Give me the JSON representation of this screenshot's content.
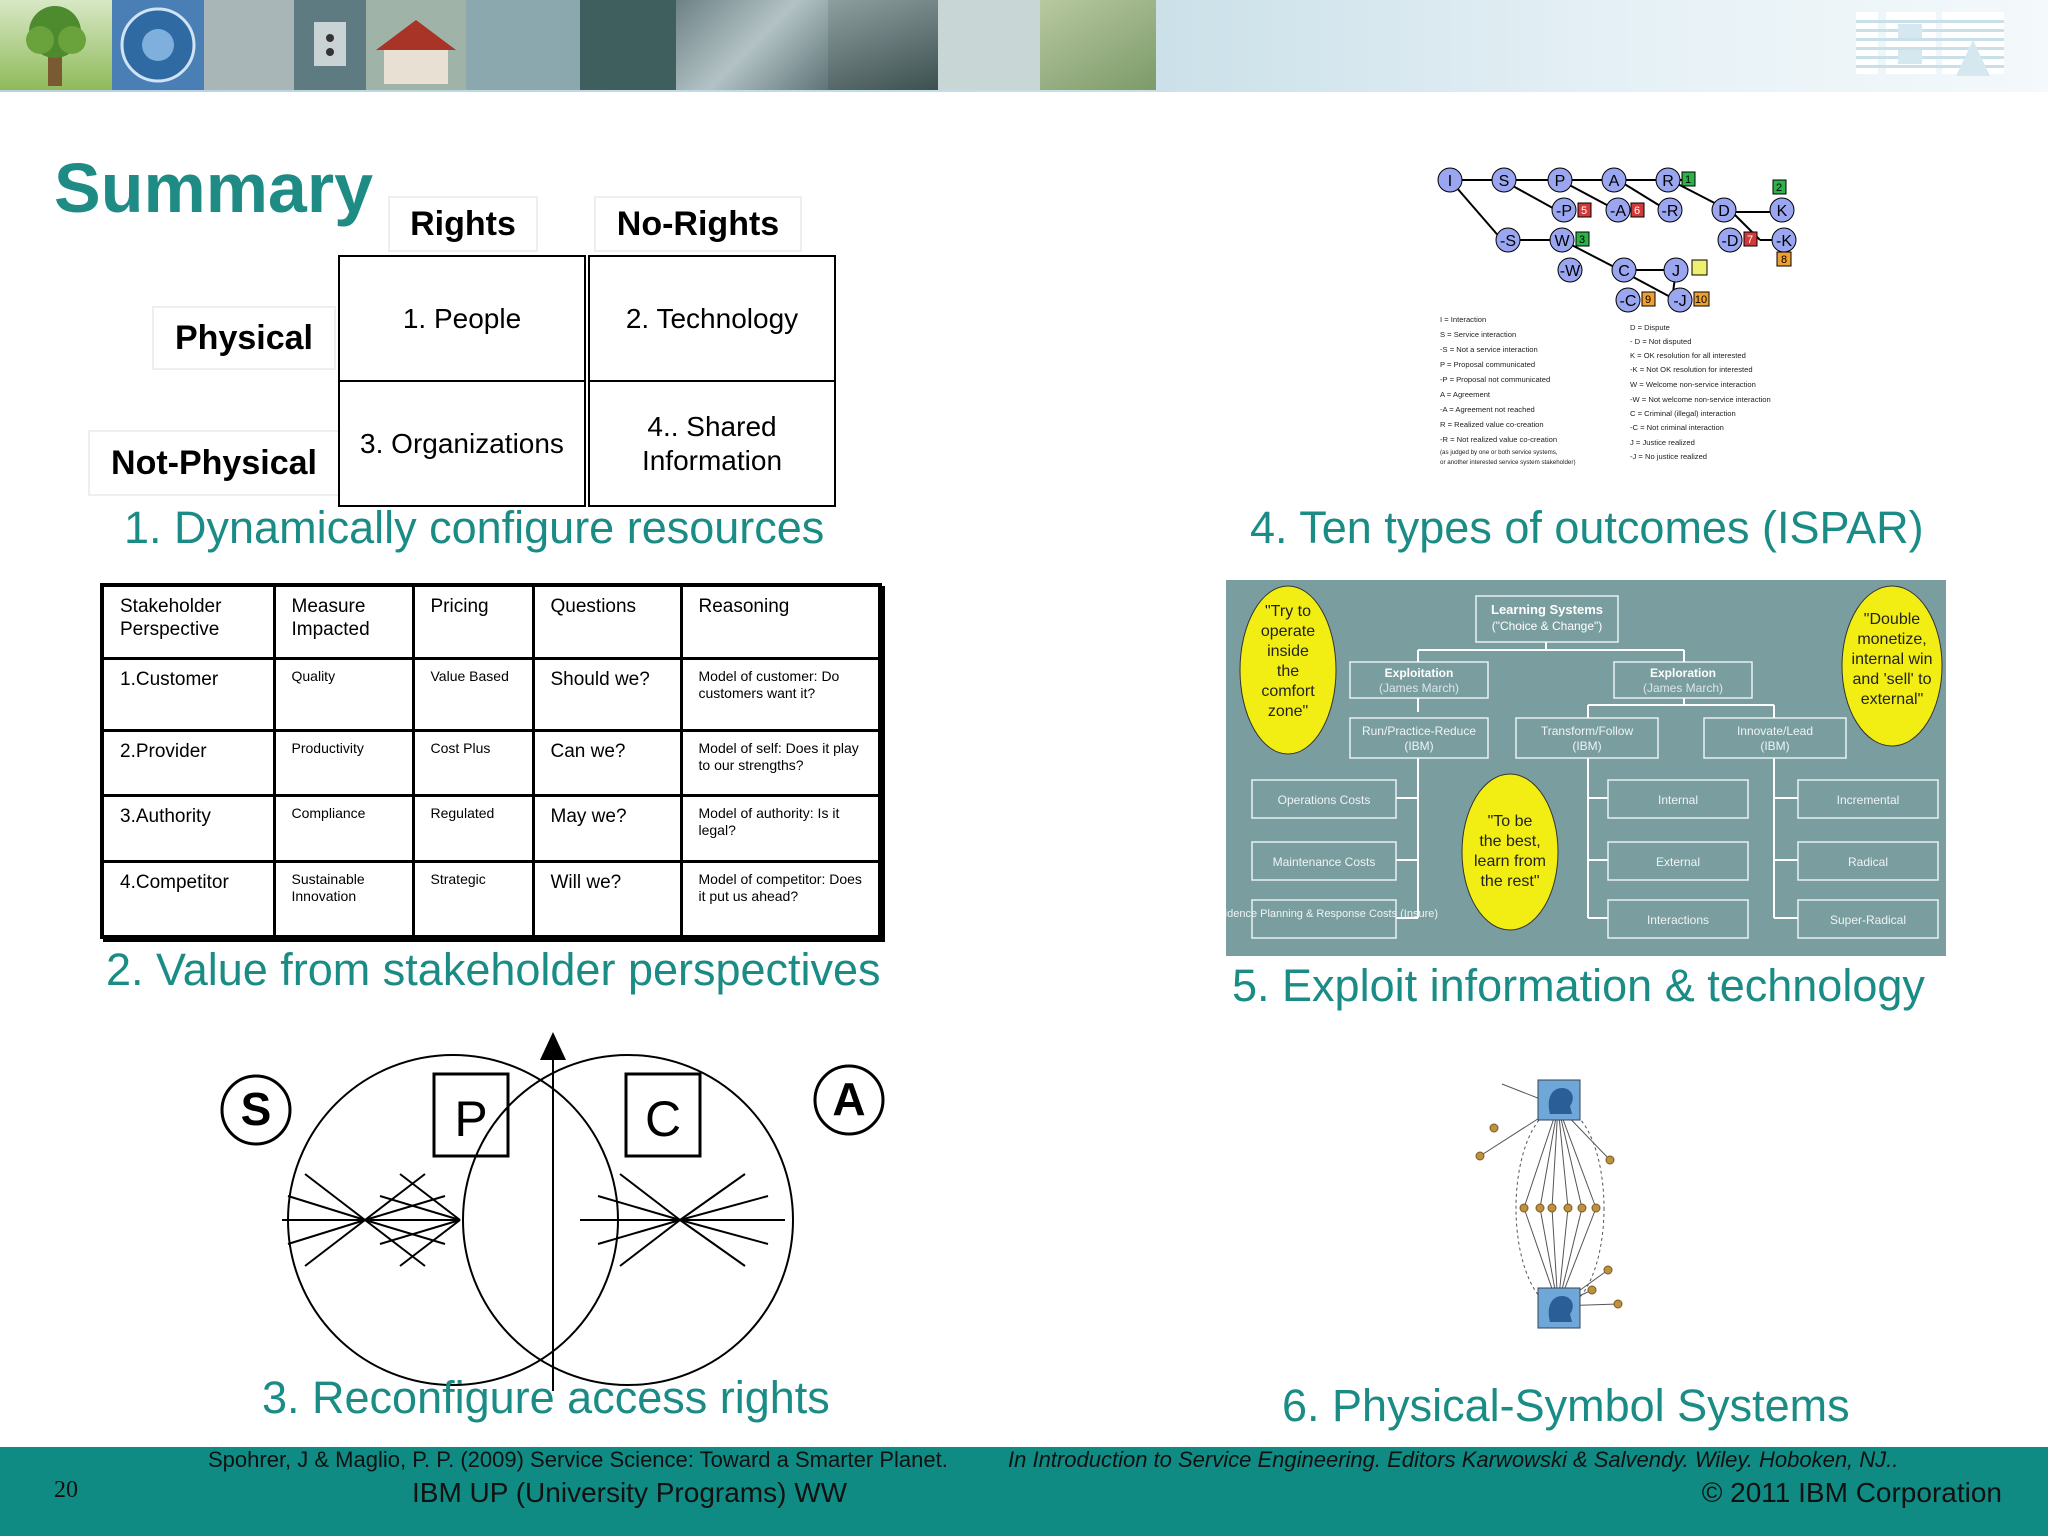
{
  "slide": {
    "title": "Summary",
    "page_number": "20",
    "logo_text": "IBM"
  },
  "matrix": {
    "col_headers": [
      "Rights",
      "No-Rights"
    ],
    "row_headers": [
      "Physical",
      "Not-Physical"
    ],
    "cells": [
      "1. People",
      "2. Technology",
      "3. Organizations",
      "4.. Shared\nInformation"
    ]
  },
  "captions": {
    "c1": "1. Dynamically configure resources",
    "c2": "2. Value from stakeholder perspectives",
    "c3": "3. Reconfigure access rights",
    "c4": "4. Ten types of outcomes (ISPAR)",
    "c5": "5. Exploit information & technology",
    "c6": "6. Physical-Symbol Systems"
  },
  "stakeholder_table": {
    "headers": [
      "Stakeholder Perspective",
      "Measure Impacted",
      "Pricing",
      "Questions",
      "Reasoning"
    ],
    "rows": [
      [
        "1.Customer",
        "Quality",
        "Value Based",
        "Should we?",
        "Model of customer: Do customers want it?"
      ],
      [
        "2.Provider",
        "Productivity",
        "Cost Plus",
        "Can we?",
        "Model of self: Does it play to our strengths?"
      ],
      [
        "3.Authority",
        "Compliance",
        "Regulated",
        "May we?",
        "Model of authority: Is it legal?"
      ],
      [
        "4.Competitor",
        "Sustainable Innovation",
        "Strategic",
        "Will we?",
        "Model of competitor: Does it put us ahead?"
      ]
    ]
  },
  "access_diagram": {
    "left_entity": "S",
    "right_entity": "A",
    "box_left": "P",
    "box_right": "C"
  },
  "ispar": {
    "nodes": [
      "I",
      "S",
      "P",
      "A",
      "R",
      "-P",
      "-A",
      "-R",
      "D",
      "K",
      "-S",
      "W",
      "-D",
      "-K",
      "-W",
      "C",
      "J",
      "-C",
      "-J"
    ],
    "badges": [
      "1",
      "2",
      "5",
      "6",
      "3",
      "7",
      "8",
      "9",
      "10"
    ],
    "legend_left": [
      "I = Interaction",
      "S = Service interaction",
      "-S = Not a service interaction",
      "P = Proposal communicated",
      "-P = Proposal not communicated",
      "A = Agreement",
      "-A = Agreement not reached",
      "R = Realized value co-creation",
      "-R = Not realized value co-creation",
      "(as judged by one or both service systems,",
      "or another interested service system stakeholder)"
    ],
    "legend_right": [
      "D = Dispute",
      "- D = Not disputed",
      "K = OK resolution for all interested",
      "-K = Not OK resolution for interested",
      "W = Welcome non-service interaction",
      "-W = Not welcome non-service interaction",
      "C = Criminal (illegal) interaction",
      "-C = Not criminal interaction",
      "J = Justice realized",
      "-J = No justice realized"
    ]
  },
  "learning": {
    "root": [
      "Learning Systems",
      "(\"Choice & Change\")"
    ],
    "exploitation": [
      "Exploitation",
      "(James March)"
    ],
    "exploration": [
      "Exploration",
      "(James March)"
    ],
    "run": [
      "Run/Practice-Reduce",
      "(IBM)"
    ],
    "transform": [
      "Transform/Follow",
      "(IBM)"
    ],
    "innovate": [
      "Innovate/Lead",
      "(IBM)"
    ],
    "col1": [
      "Operations Costs",
      "Maintenance Costs",
      "Incidence Planning & Response Costs (Insure)"
    ],
    "col2": [
      "Internal",
      "External",
      "Interactions"
    ],
    "col3": [
      "Incremental",
      "Radical",
      "Super-Radical"
    ],
    "bubble_left": [
      "\"Try to",
      "operate",
      "inside",
      "the",
      "comfort",
      "zone\""
    ],
    "bubble_mid": [
      "\"To be",
      "the best,",
      "learn from",
      "the rest\""
    ],
    "bubble_right": [
      "\"Double",
      "monetize,",
      "internal win",
      "and 'sell' to",
      "external\""
    ]
  },
  "footer": {
    "citation_plain": "Spohrer, J & Maglio, P. P. (2009) Service Science: Toward a Smarter Planet.",
    "citation_italic": "In Introduction to Service Engineering. Editors Karwowski & Salvendy. Wiley. Hoboken, NJ..",
    "left": "IBM UP (University Programs) WW",
    "right": "© 2011 IBM Corporation"
  },
  "colors": {
    "teal": "#1a8c85",
    "footer_bg": "#0f8b84",
    "learning_bg": "#7a9ea0",
    "bubble": "#f2ee14",
    "node": "#9aa6f0"
  }
}
